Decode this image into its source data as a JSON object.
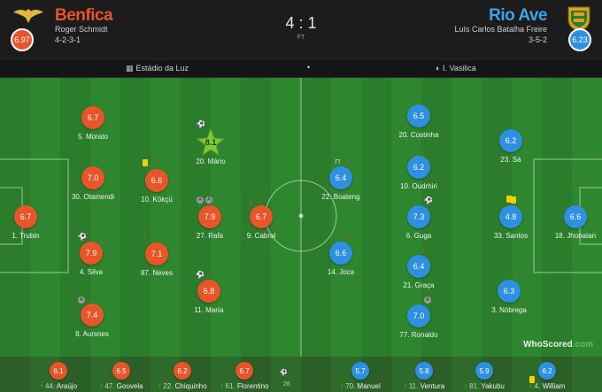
{
  "home": {
    "name": "Benfica",
    "coach": "Roger Schmidt",
    "formation": "4-2-3-1",
    "rating": "6.97",
    "color": "#e8552a",
    "crest_icon": "eagle-crest-icon"
  },
  "away": {
    "name": "Rio Ave",
    "coach": "Luís Carlos Batalha Freire",
    "formation": "3-5-2",
    "rating": "6.23",
    "color": "#2f8fe0",
    "crest_icon": "rio-ave-crest-icon"
  },
  "match": {
    "score": "4 : 1",
    "status": "FT"
  },
  "info": {
    "venue": "Estádio da Luz",
    "separator": "•",
    "referee": "I. Vasilica"
  },
  "players": [
    {
      "id": "morato",
      "team": "home",
      "rating": "6.7",
      "name": "5. Morato",
      "events": []
    },
    {
      "id": "mario",
      "team": "home",
      "rating": "8.1",
      "name": "20. Mário",
      "motm": true,
      "events": [
        "goal"
      ]
    },
    {
      "id": "otamendi",
      "team": "home",
      "rating": "7.0",
      "name": "30. Otamendi",
      "events": []
    },
    {
      "id": "kokcu",
      "team": "home",
      "rating": "6.6",
      "name": "10. Kökçü",
      "events": [
        "yellow",
        "sub-off"
      ]
    },
    {
      "id": "trubin",
      "team": "home",
      "rating": "6.7",
      "name": "1. Trubin",
      "events": []
    },
    {
      "id": "rafa",
      "team": "home",
      "rating": "7.9",
      "name": "27. Rafa",
      "events": [
        "assist",
        "assist"
      ]
    },
    {
      "id": "cabral",
      "team": "home",
      "rating": "6.7",
      "name": "9. Cabral",
      "events": [
        "sub-off"
      ]
    },
    {
      "id": "silva",
      "team": "home",
      "rating": "7.9",
      "name": "4. Silva",
      "events": [
        "goal"
      ]
    },
    {
      "id": "neves",
      "team": "home",
      "rating": "7.1",
      "name": "87. Neves",
      "events": [
        "sub-off"
      ]
    },
    {
      "id": "maria",
      "team": "home",
      "rating": "6.8",
      "name": "11. María",
      "events": [
        "goal",
        "sub-off"
      ]
    },
    {
      "id": "aursnes",
      "team": "home",
      "rating": "7.4",
      "name": "8. Aursnes",
      "events": [
        "assist"
      ]
    },
    {
      "id": "costinha",
      "team": "away",
      "rating": "6.5",
      "name": "20. Costinha",
      "events": []
    },
    {
      "id": "sa",
      "team": "away",
      "rating": "6.2",
      "name": "23. Sá",
      "events": []
    },
    {
      "id": "boateng",
      "team": "away",
      "rating": "6.4",
      "name": "22. Boateng",
      "events": [
        "own-goal",
        "sub-off"
      ]
    },
    {
      "id": "oudrhiri",
      "team": "away",
      "rating": "6.2",
      "name": "10. Oudrhiri",
      "events": [
        "sub-off"
      ]
    },
    {
      "id": "santos",
      "team": "away",
      "rating": "4.8",
      "name": "33. Santos",
      "events": [
        "yellow",
        "yellow"
      ]
    },
    {
      "id": "jhonatan",
      "team": "away",
      "rating": "6.6",
      "name": "18. Jhonatan",
      "events": []
    },
    {
      "id": "guga",
      "team": "away",
      "rating": "7.3",
      "name": "6. Guga",
      "events": [
        "goal"
      ]
    },
    {
      "id": "joca",
      "team": "away",
      "rating": "6.6",
      "name": "14. Joca",
      "events": [
        "sub-off"
      ]
    },
    {
      "id": "graca",
      "team": "away",
      "rating": "6.4",
      "name": "21. Graça",
      "events": [
        "sub-off"
      ]
    },
    {
      "id": "nobrega",
      "team": "away",
      "rating": "6.3",
      "name": "3. Nóbrega",
      "events": [
        "sub-off"
      ]
    },
    {
      "id": "ronaldo",
      "team": "away",
      "rating": "7.0",
      "name": "77. Ronaldo",
      "events": [
        "assist"
      ]
    }
  ],
  "subs": [
    {
      "team": "home",
      "rating": "6.1",
      "num": "44.",
      "name": "Araújo"
    },
    {
      "team": "home",
      "rating": "6.5",
      "num": "47.",
      "name": "Gouvela"
    },
    {
      "team": "home",
      "rating": "6.2",
      "num": "22.",
      "name": "Chiquinho"
    },
    {
      "team": "home",
      "rating": "6.7",
      "num": "61.",
      "name": "Florentino"
    },
    {
      "team": "away",
      "rating": "5.7",
      "num": "70.",
      "name": "Manuel"
    },
    {
      "team": "away",
      "rating": "5.8",
      "num": "11.",
      "name": "Ventura"
    },
    {
      "team": "away",
      "rating": "5.9",
      "num": "81.",
      "name": "Yakubu"
    },
    {
      "team": "away",
      "rating": "6.2",
      "num": "4.",
      "name": "William"
    }
  ],
  "subs_extra": "26",
  "watermark": {
    "brand": "WhoScored",
    "suffix": ".com"
  }
}
